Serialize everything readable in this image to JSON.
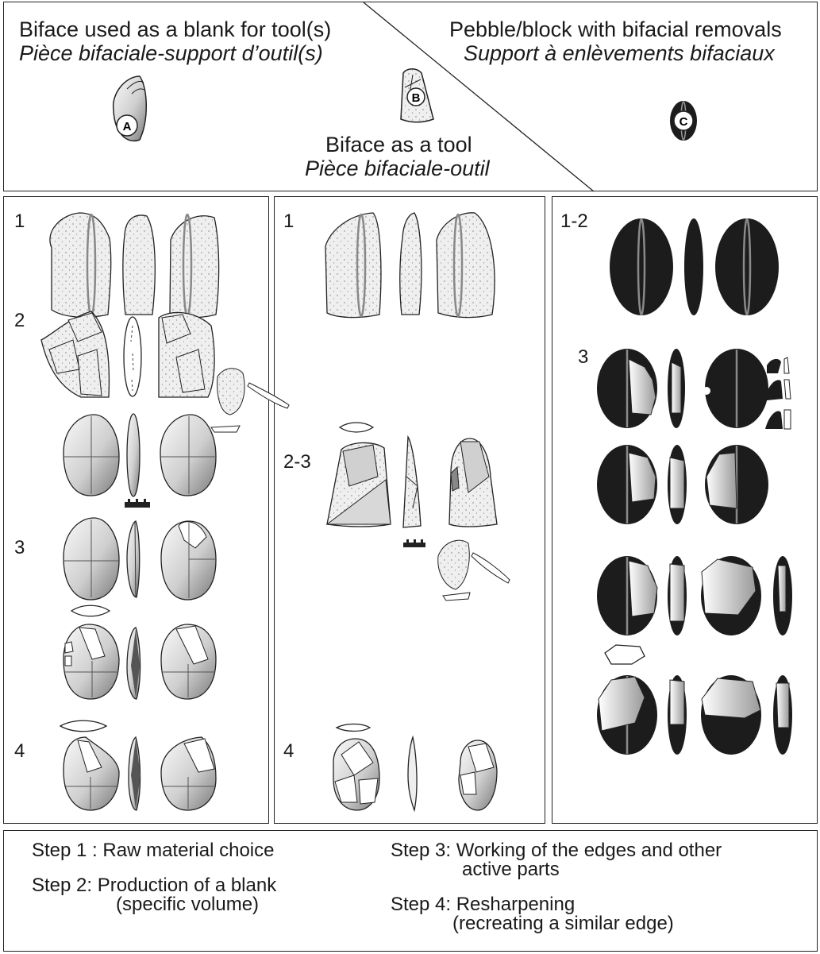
{
  "header": {
    "left_title_en": "Biface used as a blank for tool(s)",
    "left_title_fr": "Pièce bifaciale-support d’outil(s)",
    "right_title_en": "Pebble/block with bifacial removals",
    "right_title_fr": "Support à enlèvements bifaciaux",
    "center_title_en": "Biface as a tool",
    "center_title_fr": "Pièce bifaciale-outil",
    "tag_a": "A",
    "tag_b": "B",
    "tag_c": "C"
  },
  "panels": {
    "left": {
      "step_labels": [
        "1",
        "2",
        "3",
        "4"
      ]
    },
    "middle": {
      "step_labels": [
        "1",
        "2-3",
        "4"
      ]
    },
    "right": {
      "step_labels": [
        "1-2",
        "3"
      ]
    }
  },
  "legend": {
    "step1": "Step 1 : Raw material choice",
    "step2_line1": "Step 2: Production of a blank",
    "step2_line2": "(specific volume)",
    "step3_line1": "Step 3:  Working of the edges and other",
    "step3_line2": "active parts",
    "step4_line1": "Step 4: Resharpening",
    "step4_line2": "(recreating a similar edge)"
  },
  "colors": {
    "border": "#222222",
    "stone_light": "#e6e6e6",
    "stone_dark": "#1c1c1c",
    "gray_line": "#8a8a8a"
  }
}
